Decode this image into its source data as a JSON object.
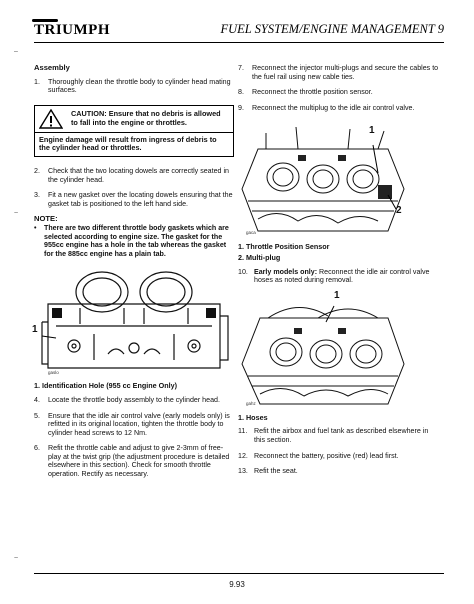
{
  "header": {
    "brand": "TRIUMPH",
    "title": "FUEL SYSTEM/ENGINE MANAGEMENT 9"
  },
  "left_column": {
    "assembly_heading": "Assembly",
    "steps_a": [
      {
        "num": "1.",
        "text": "Thoroughly clean the throttle body to cylinder head mating surfaces."
      }
    ],
    "caution": {
      "title_text": "CAUTION: Ensure that no debris is allowed to fall into the engine or throttles.",
      "body_text": "Engine damage will result from ingress of debris to the cylinder head or throttles."
    },
    "steps_b": [
      {
        "num": "2.",
        "text": "Check that the two locating dowels are correctly seated in the cylinder head."
      },
      {
        "num": "3.",
        "text": "Fit a new gasket over the locating dowels ensuring that the gasket tab is positioned to the left hand side."
      }
    ],
    "note": {
      "heading": "NOTE:",
      "bullet": "•",
      "text": "There are two different throttle body gaskets which are selected according to engine size. The gasket for the 955cc engine has a hole in the tab whereas the gasket for the 885cc engine has a plain tab."
    },
    "figure1": {
      "code": "gaslo",
      "callout": "1"
    },
    "figure1_caption": "1. Identification Hole (955 cc Engine Only)",
    "steps_c": [
      {
        "num": "4.",
        "text": "Locate the throttle body assembly to the cylinder head."
      },
      {
        "num": "5.",
        "text": "Ensure that the idle air control valve (early models only) is refitted in its original location, tighten the throttle body to cylinder head screws to 12 Nm."
      },
      {
        "num": "6.",
        "text": "Refit the throttle cable and adjust to give 2-3mm of free-play at the twist grip (the adjustment procedure is detailed elsewhere in this section). Check for smooth throttle operation. Rectify as necessary."
      }
    ]
  },
  "right_column": {
    "steps_d": [
      {
        "num": "7.",
        "text": "Reconnect the injector multi-plugs and secure the cables to the fuel rail using new cable ties."
      },
      {
        "num": "8.",
        "text": "Reconnect the throttle position sensor."
      },
      {
        "num": "9.",
        "text": "Reconnect the multiplug to the idle air control valve."
      }
    ],
    "figure2": {
      "code": "gaca",
      "callout1": "1",
      "callout2": "2"
    },
    "figure2_captions": [
      "1. Throttle Position Sensor",
      "2. Multi-plug"
    ],
    "steps_e": [
      {
        "num": "10.",
        "text_bold": "Early models only:",
        "text": " Reconnect the idle air control valve hoses as noted during removal."
      }
    ],
    "figure3": {
      "code": "gahz",
      "callout": "1"
    },
    "figure3_caption": "1. Hoses",
    "steps_f": [
      {
        "num": "11.",
        "text": "Refit the airbox and fuel tank as described elsewhere in this section."
      },
      {
        "num": "12.",
        "text": "Reconnect the battery, positive (red) lead first."
      },
      {
        "num": "13.",
        "text": "Refit the seat."
      }
    ]
  },
  "footer": {
    "page_number": "9.93"
  }
}
